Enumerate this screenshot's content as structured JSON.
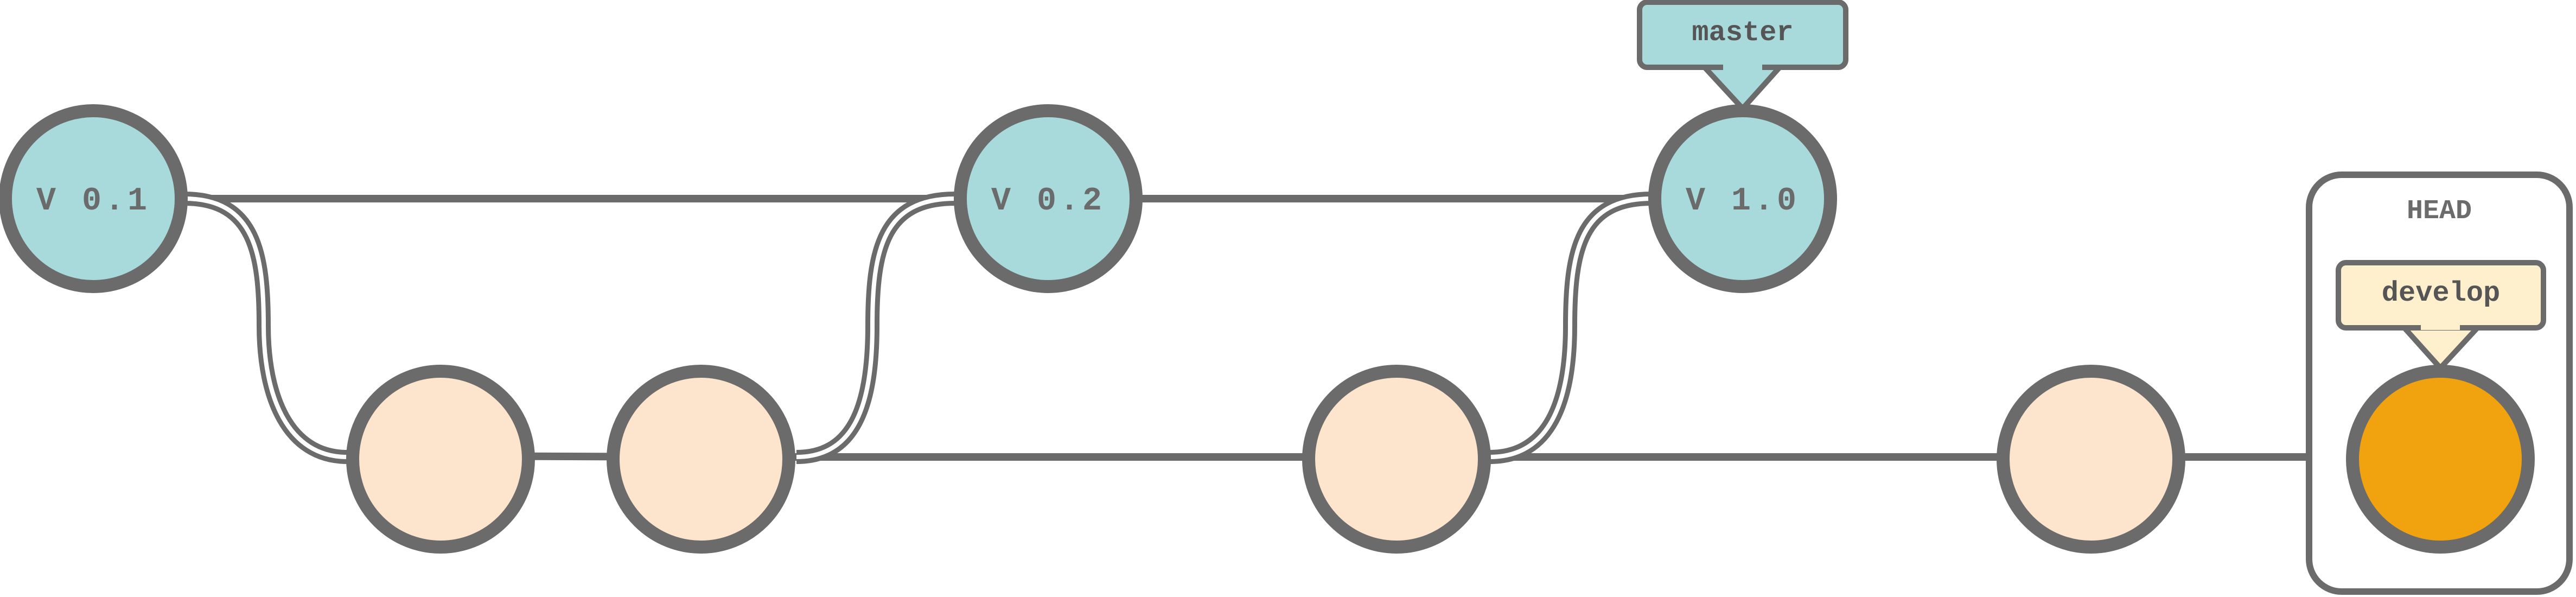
{
  "colors": {
    "stroke": "#6b6b6b",
    "master_fill": "#a8dadb",
    "develop_fill": "#fde4cc",
    "head_commit_fill": "#f0a30e",
    "develop_tag_fill": "#fef0cc"
  },
  "master_commits": [
    {
      "label": "V 0.1"
    },
    {
      "label": "V 0.2"
    },
    {
      "label": "V 1.0"
    }
  ],
  "develop_commits": [
    {
      "label": ""
    },
    {
      "label": ""
    },
    {
      "label": ""
    },
    {
      "label": ""
    },
    {
      "label": ""
    }
  ],
  "tags": {
    "master": "master",
    "develop": "develop",
    "head": "HEAD"
  }
}
